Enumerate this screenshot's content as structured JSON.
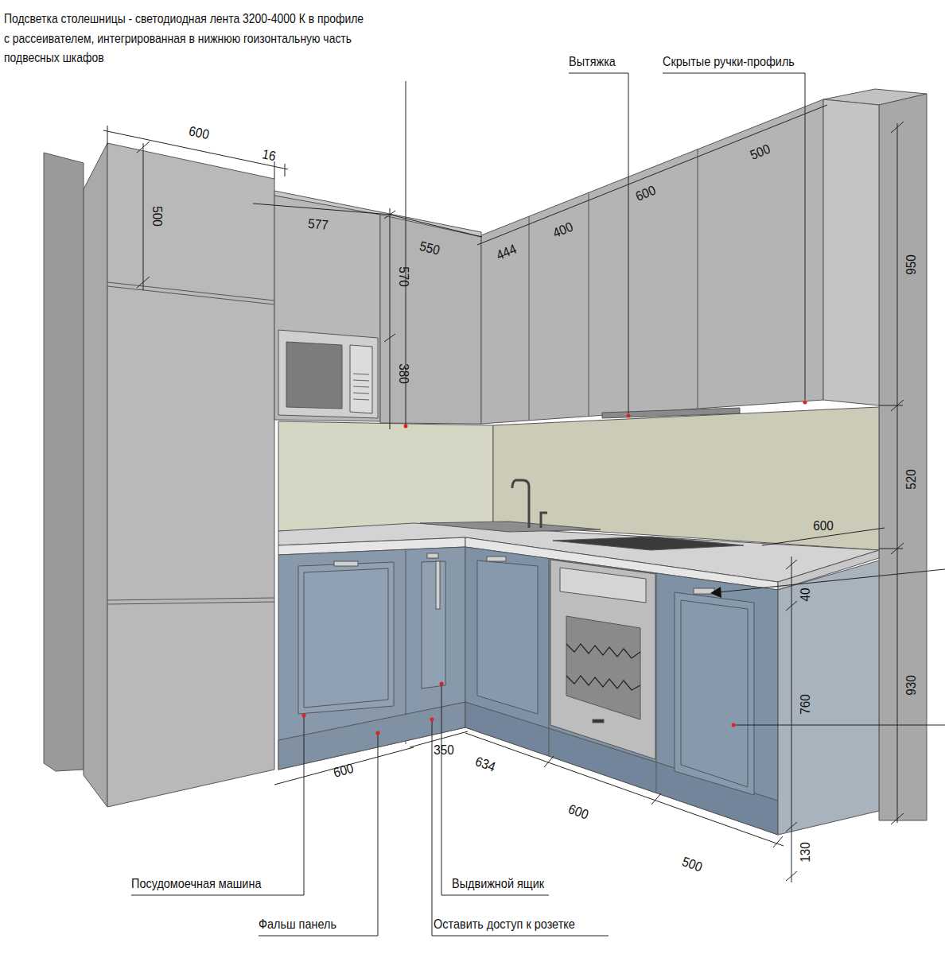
{
  "diagram": {
    "labels": [
      "Подсветка столешницы - светодиодная лента 3200-4000 К в профиле с рассеивателем, интегрированная в нижнюю гоизонтальную часть подвесных шкафов",
      "Вытяжка",
      "Скрытые ручки-профиль",
      "600",
      "16",
      "500",
      "577",
      "550",
      "570",
      "380",
      "444",
      "400",
      "600",
      "500",
      "950",
      "520",
      "600",
      "40",
      "930",
      "760",
      "130",
      "600",
      "350",
      "634",
      "600",
      "500",
      "Посудомоечная машина",
      "Фальш панель",
      "Выдвижной ящик",
      "Оставить доступ к розетке"
    ]
  }
}
